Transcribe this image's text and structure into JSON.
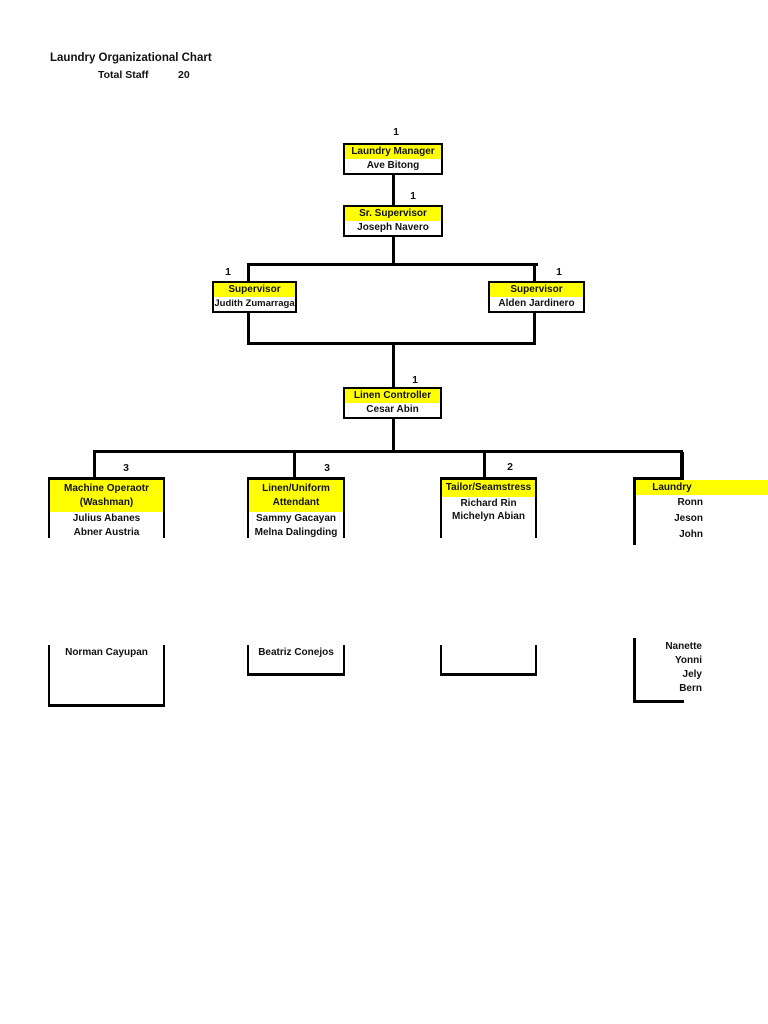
{
  "header": {
    "title": "Laundry Organizational Chart",
    "total_staff_label": "Total Staff",
    "total_staff_value": "20"
  },
  "org": {
    "manager": {
      "count": "1",
      "title": "Laundry Manager",
      "name": "Ave Bitong"
    },
    "sr_supervisor": {
      "count": "1",
      "title": "Sr. Supervisor",
      "name": "Joseph Navero"
    },
    "supervisor_left": {
      "count": "1",
      "title": "Supervisor",
      "name": "Judith Zumarraga"
    },
    "supervisor_right": {
      "count": "1",
      "title": "Supervisor",
      "name": "Alden Jardinero"
    },
    "linen_controller": {
      "count": "1",
      "title": "Linen Controller",
      "name": "Cesar Abin"
    },
    "machine_operator": {
      "count": "3",
      "title_line1": "Machine Operaotr",
      "title_line2": "(Washman)",
      "name1": "Julius Abanes",
      "name2": "Abner Austria",
      "extra_name": "Norman Cayupan"
    },
    "linen_attendant": {
      "count": "3",
      "title_line1": "Linen/Uniform",
      "title_line2": "Attendant",
      "name1": "Sammy Gacayan",
      "name2": "Melna Dalingding",
      "extra_name": "Beatriz Conejos"
    },
    "tailor": {
      "count": "2",
      "title": "Tailor/Seamstress",
      "name1": "Richard Rin",
      "name2": "Michelyn Abian"
    },
    "laundry_right": {
      "title": "Laundry",
      "name1": "Ronn",
      "name2": "Jeson",
      "name3": "John",
      "extra1": "Nanette",
      "extra2": "Yonni",
      "extra3": "Jely",
      "extra4": "Bern"
    }
  },
  "colors": {
    "highlight": "#ffff00",
    "line": "#000000"
  }
}
